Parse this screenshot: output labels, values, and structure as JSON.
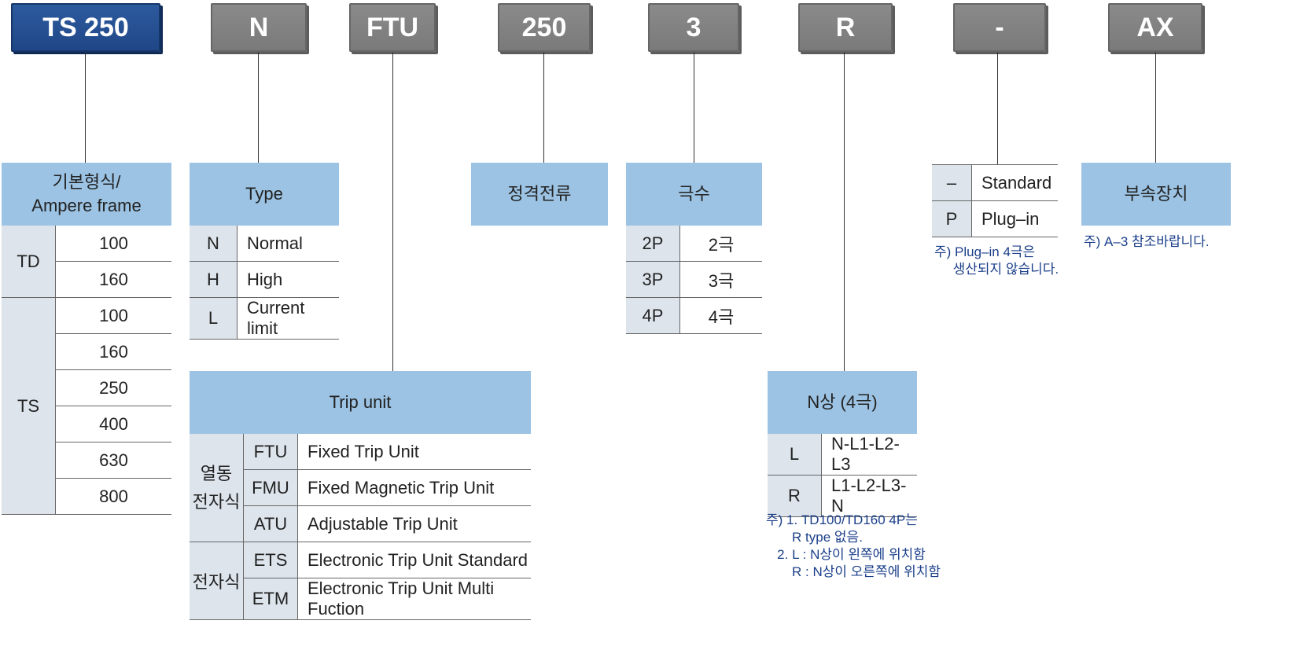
{
  "codes": [
    "TS 250",
    "N",
    "FTU",
    "250",
    "3",
    "R",
    "-",
    "AX"
  ],
  "frame": {
    "header_line1": "기본형식/",
    "header_line2": "Ampere frame",
    "groups": [
      {
        "name": "TD",
        "values": [
          "100",
          "160"
        ]
      },
      {
        "name": "TS",
        "values": [
          "100",
          "160",
          "250",
          "400",
          "630",
          "800"
        ]
      }
    ]
  },
  "type": {
    "header": "Type",
    "rows": [
      {
        "code": "N",
        "label": "Normal"
      },
      {
        "code": "H",
        "label": "High"
      },
      {
        "code": "L",
        "label": "Current limit"
      }
    ]
  },
  "trip_unit": {
    "header": "Trip unit",
    "groups": [
      {
        "name": "열동\n전자식",
        "rows": [
          {
            "code": "FTU",
            "label": "Fixed Trip Unit"
          },
          {
            "code": "FMU",
            "label": "Fixed Magnetic Trip Unit"
          },
          {
            "code": "ATU",
            "label": "Adjustable Trip Unit"
          }
        ]
      },
      {
        "name": "전자식",
        "rows": [
          {
            "code": "ETS",
            "label": "Electronic Trip Unit Standard"
          },
          {
            "code": "ETM",
            "label": "Electronic Trip Unit Multi Fuction"
          }
        ]
      }
    ]
  },
  "rated_current": {
    "header": "정격전류"
  },
  "poles": {
    "header": "극수",
    "rows": [
      {
        "code": "2P",
        "label": "2극"
      },
      {
        "code": "3P",
        "label": "3극"
      },
      {
        "code": "4P",
        "label": "4극"
      }
    ]
  },
  "n_phase": {
    "header": "N상 (4극)",
    "rows": [
      {
        "code": "L",
        "label": "N-L1-L2-L3"
      },
      {
        "code": "R",
        "label": "L1-L2-L3-N"
      }
    ],
    "note": "주) 1. TD100/TD160 4P는\n       R type 없음.\n   2. L : N상이 왼쪽에 위치함\n       R : N상이 오른쪽에 위치함"
  },
  "mounting": {
    "rows": [
      {
        "code": "–",
        "label": "Standard"
      },
      {
        "code": "P",
        "label": "Plug–in"
      }
    ],
    "note": "주) Plug–in 4극은\n     생산되지 않습니다."
  },
  "accessories": {
    "header": "부속장치",
    "note": "주) A–3 참조바랍니다."
  },
  "colors": {
    "header_bg": "#9cc3e3",
    "code_cell_bg": "#dde4ec",
    "primary_box": "#1f4787",
    "secondary_box": "#7a7a7a",
    "note_text": "#1b3f8a"
  }
}
